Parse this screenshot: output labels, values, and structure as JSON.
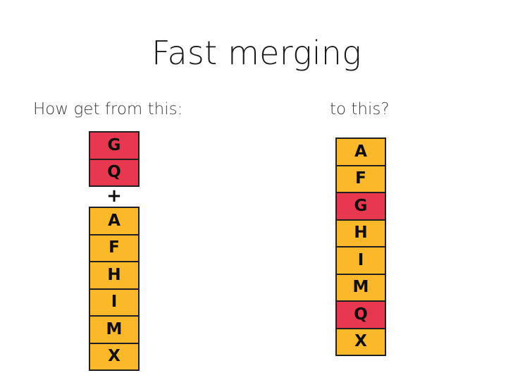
{
  "slide": {
    "title": "Fast merging",
    "caption_left": "How get from this:",
    "caption_right": "to this?",
    "operator": "+",
    "colors": {
      "red": "#e8384f",
      "orange": "#fbb829",
      "border": "#231f20",
      "text": "#100d0d",
      "title": "#1a1a1a",
      "caption": "#3a3a3a",
      "background": "#ffffff"
    }
  },
  "left": {
    "top_stack": [
      {
        "label": "G",
        "color": "red"
      },
      {
        "label": "Q",
        "color": "red"
      }
    ],
    "bottom_stack": [
      {
        "label": "A",
        "color": "orange"
      },
      {
        "label": "F",
        "color": "orange"
      },
      {
        "label": "H",
        "color": "orange"
      },
      {
        "label": "I",
        "color": "orange"
      },
      {
        "label": "M",
        "color": "orange"
      },
      {
        "label": "X",
        "color": "orange"
      }
    ]
  },
  "right": {
    "stack": [
      {
        "label": "A",
        "color": "orange"
      },
      {
        "label": "F",
        "color": "orange"
      },
      {
        "label": "G",
        "color": "red"
      },
      {
        "label": "H",
        "color": "orange"
      },
      {
        "label": "I",
        "color": "orange"
      },
      {
        "label": "M",
        "color": "orange"
      },
      {
        "label": "Q",
        "color": "red"
      },
      {
        "label": "X",
        "color": "orange"
      }
    ]
  }
}
